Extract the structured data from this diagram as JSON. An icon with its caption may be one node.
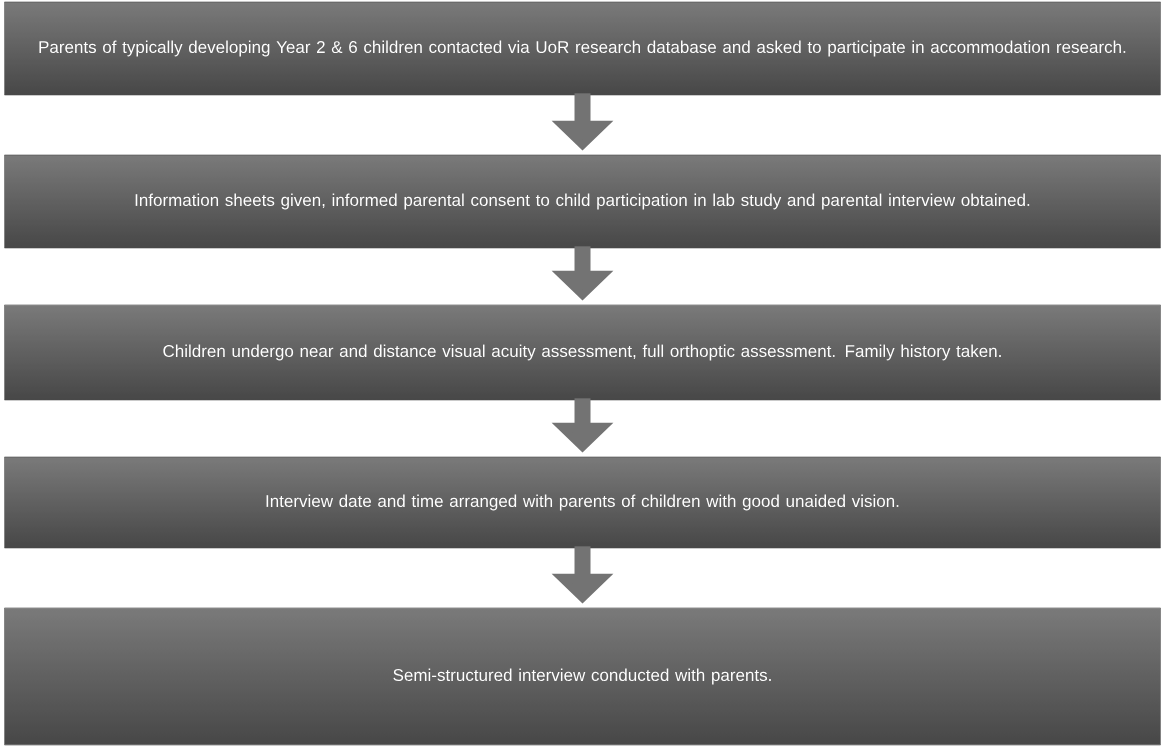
{
  "diagram": {
    "nodes": [
      {
        "text": [
          "Parents of typically developing Year 2 & 6 children contacted via UoR research database and asked to participate in accommodation research."
        ]
      },
      {
        "text": [
          "Information sheets given, informed parental consent to child participation in lab study and parental interview obtained."
        ]
      },
      {
        "text": [
          "Children undergo near and distance visual acuity assessment, full orthoptic assessment.  Family history taken."
        ]
      },
      {
        "text": [
          "Interview date and time arranged with parents of children with good unaided vision."
        ]
      },
      {
        "text": [
          "Semi-structured interview conducted with parents."
        ]
      }
    ],
    "edges": [
      {
        "from": 0,
        "to": 1,
        "arrow": "to"
      },
      {
        "from": 1,
        "to": 2,
        "arrow": "to"
      },
      {
        "from": 2,
        "to": 3,
        "arrow": "to"
      },
      {
        "from": 3,
        "to": 4,
        "arrow": "to"
      }
    ]
  }
}
